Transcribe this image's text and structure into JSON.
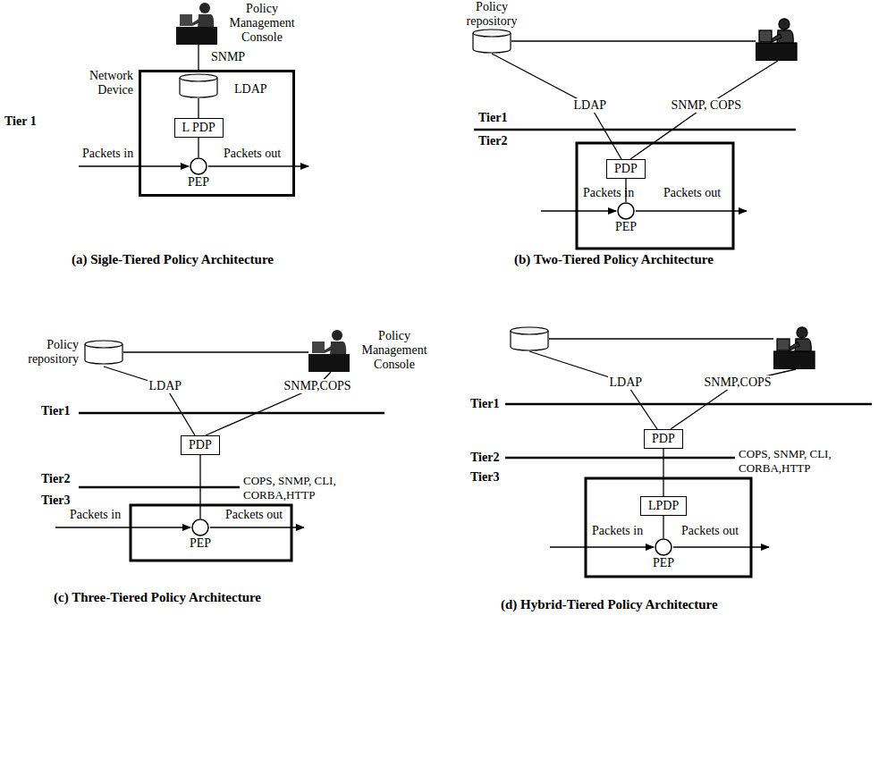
{
  "diagram": {
    "nodes": [
      {
        "text": [
          "Policy Management Console"
        ]
      },
      {
        "text": [
          "Network Device"
        ]
      },
      {
        "text": [
          "L PDP"
        ],
        "in": 1
      },
      {
        "text": [
          "PEP"
        ],
        "in": 1
      },
      {
        "text": [
          "Policy repository"
        ]
      },
      {
        "text": [
          "PDP"
        ]
      },
      {
        "text": [
          "PEP"
        ]
      },
      {
        "text": [
          "Policy repository"
        ]
      },
      {
        "text": [
          "Policy Management Console"
        ]
      },
      {
        "text": [
          "PDP"
        ]
      },
      {
        "text": [
          "PEP"
        ]
      },
      {
        "text": [
          "PDP"
        ]
      },
      {
        "text": [
          "LPDP"
        ]
      },
      {
        "text": [
          "PEP"
        ]
      }
    ],
    "edges": [
      {
        "from": 0,
        "to": 1,
        "arrow": "none",
        "label": "SNMP"
      },
      {
        "from": 2,
        "to": 3,
        "arrow": "none"
      },
      {
        "from": 4,
        "to": 5,
        "arrow": "none",
        "label": "LDAP"
      },
      {
        "from": 5,
        "to": 6,
        "arrow": "none"
      },
      {
        "from": 7,
        "to": 8,
        "arrow": "none"
      },
      {
        "from": 7,
        "to": 9,
        "arrow": "none",
        "label": "LDAP"
      },
      {
        "from": 8,
        "to": 9,
        "arrow": "none",
        "label": "SNMP,COPS"
      },
      {
        "from": 9,
        "to": 10,
        "arrow": "none"
      },
      {
        "from": 11,
        "to": 12,
        "arrow": "none"
      },
      {
        "from": 12,
        "to": 13,
        "arrow": "none"
      }
    ],
    "labels": [
      "Tier 1",
      "LDAP",
      "Packets in",
      "Packets out",
      "(a) Sigle-Tiered Policy Architecture",
      "SNMP, COPS",
      "Tier1",
      "Tier2",
      "Packets in",
      "Packets out",
      "(b) Two-Tiered Policy Architecture",
      "Tier1",
      "Tier2",
      "COPS, SNMP, CLI, CORBA,HTTP",
      "Tier3",
      "Packets in",
      "Packets out",
      "(c) Three-Tiered Policy Architecture",
      "LDAP",
      "SNMP,COPS",
      "Tier1",
      "Tier2",
      "COPS, SNMP, CLI, CORBA,HTTP",
      "Tier3",
      "Packets in",
      "Packets out",
      "(d) Hybrid-Tiered Policy Architecture"
    ]
  }
}
